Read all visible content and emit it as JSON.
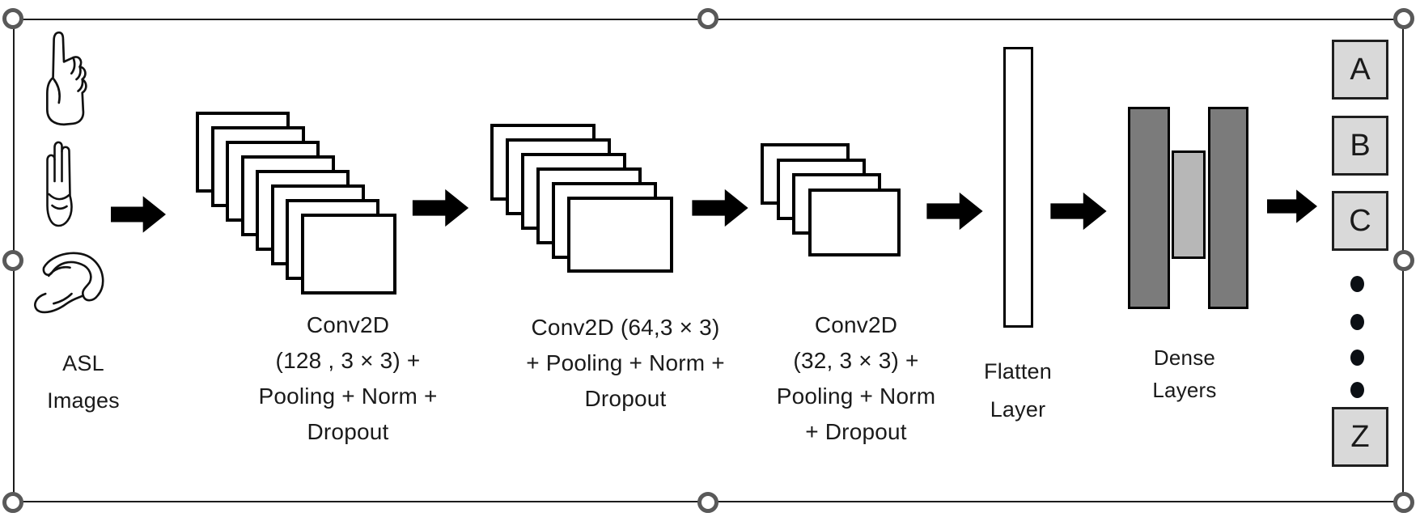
{
  "colors": {
    "diagram_line": "#000000",
    "frame_border": "#1c1c1c",
    "handle_ring": "#595959",
    "dense_bar_dark": "#7b7b7b",
    "dense_bar_light": "#b7b7b7",
    "letter_box_fill": "#d9d9d9",
    "arrow_fill": "#000000",
    "text": "#1a1a1a"
  },
  "icons": {
    "hands": [
      "asl-hand-pointing-up-icon",
      "asl-hand-flat-icon",
      "asl-hand-curved-c-icon"
    ],
    "flow_arrow": "right-arrow-icon",
    "selection_handle": "selection-handle"
  },
  "input": {
    "label_lines": [
      "ASL",
      "Images"
    ]
  },
  "conv_blocks": [
    {
      "sheets": 8,
      "label_lines": [
        "Conv2D",
        "(128 , 3 × 3) +",
        "Pooling + Norm +",
        "Dropout"
      ]
    },
    {
      "sheets": 6,
      "label_lines": [
        "Conv2D (64,3 × 3)",
        "+ Pooling + Norm +",
        "Dropout"
      ]
    },
    {
      "sheets": 4,
      "label_lines": [
        "Conv2D",
        "(32, 3 × 3) +",
        "Pooling + Norm",
        "+ Dropout"
      ]
    }
  ],
  "flatten": {
    "label_lines": [
      "Flatten",
      "Layer"
    ]
  },
  "dense": {
    "label_lines": [
      "Dense",
      "Layers"
    ]
  },
  "output": {
    "letters": [
      "A",
      "B",
      "C"
    ],
    "ellipsis_dot_count": 4,
    "final_letter": "Z"
  }
}
